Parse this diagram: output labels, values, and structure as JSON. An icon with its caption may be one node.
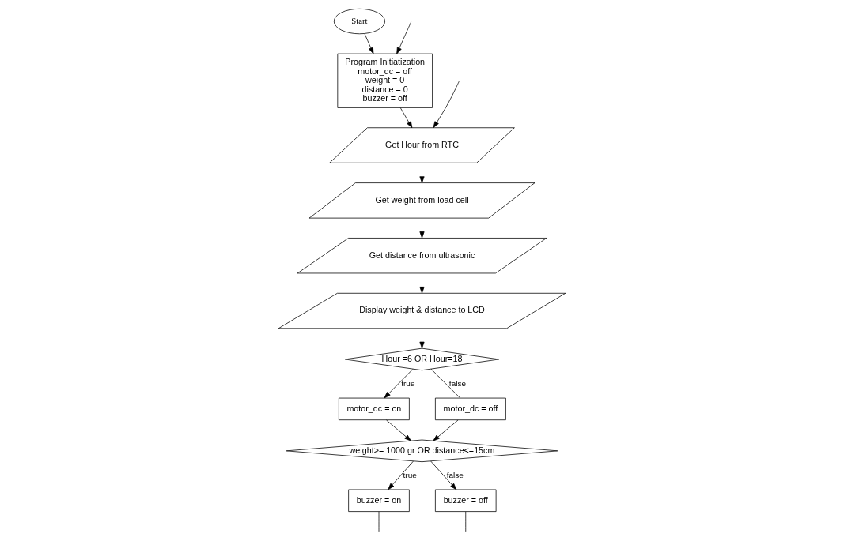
{
  "diagram": {
    "nodes": [
      {
        "text": [
          "Start"
        ]
      },
      {
        "text": [
          "Program Initiatization",
          "motor_dc = off",
          "weight = 0",
          "distance = 0",
          "buzzer = off"
        ]
      },
      {
        "text": [
          "Get Hour from RTC"
        ]
      },
      {
        "text": [
          "Get weight from load cell"
        ]
      },
      {
        "text": [
          "Get distance from ultrasonic"
        ]
      },
      {
        "text": [
          "Display weight & distance to LCD"
        ]
      },
      {
        "text": [
          "Hour =6 OR Hour=18"
        ]
      },
      {
        "text": [
          "motor_dc = on"
        ]
      },
      {
        "text": [
          "motor_dc = off"
        ]
      },
      {
        "text": [
          "weight>= 1000 gr OR distance<=15cm"
        ]
      },
      {
        "text": [
          "buzzer = on"
        ]
      },
      {
        "text": [
          "buzzer = off"
        ]
      }
    ],
    "edges": [
      {
        "from": 0,
        "to": 1,
        "arrow": "to"
      },
      {
        "from": null,
        "to": 1,
        "arrow": "to"
      },
      {
        "from": 1,
        "to": 2,
        "arrow": "to"
      },
      {
        "from": null,
        "to": 2,
        "arrow": "to"
      },
      {
        "from": 2,
        "to": 3,
        "arrow": "to"
      },
      {
        "from": 3,
        "to": 4,
        "arrow": "to"
      },
      {
        "from": 4,
        "to": 5,
        "arrow": "to"
      },
      {
        "from": 5,
        "to": 6,
        "arrow": "to"
      },
      {
        "from": 6,
        "to": 7,
        "label": "true",
        "arrow": "to"
      },
      {
        "from": 6,
        "to": 8,
        "label": "false",
        "arrow": "none"
      },
      {
        "from": 8,
        "to": 9,
        "arrow": "to"
      },
      {
        "from": 7,
        "to": 9,
        "arrow": "to"
      },
      {
        "from": 9,
        "to": 10,
        "label": "true",
        "arrow": "to"
      },
      {
        "from": 9,
        "to": 11,
        "label": "false",
        "arrow": "to"
      },
      {
        "from": 10,
        "to": null,
        "arrow": "none"
      },
      {
        "from": 11,
        "to": null,
        "arrow": "none"
      }
    ]
  }
}
